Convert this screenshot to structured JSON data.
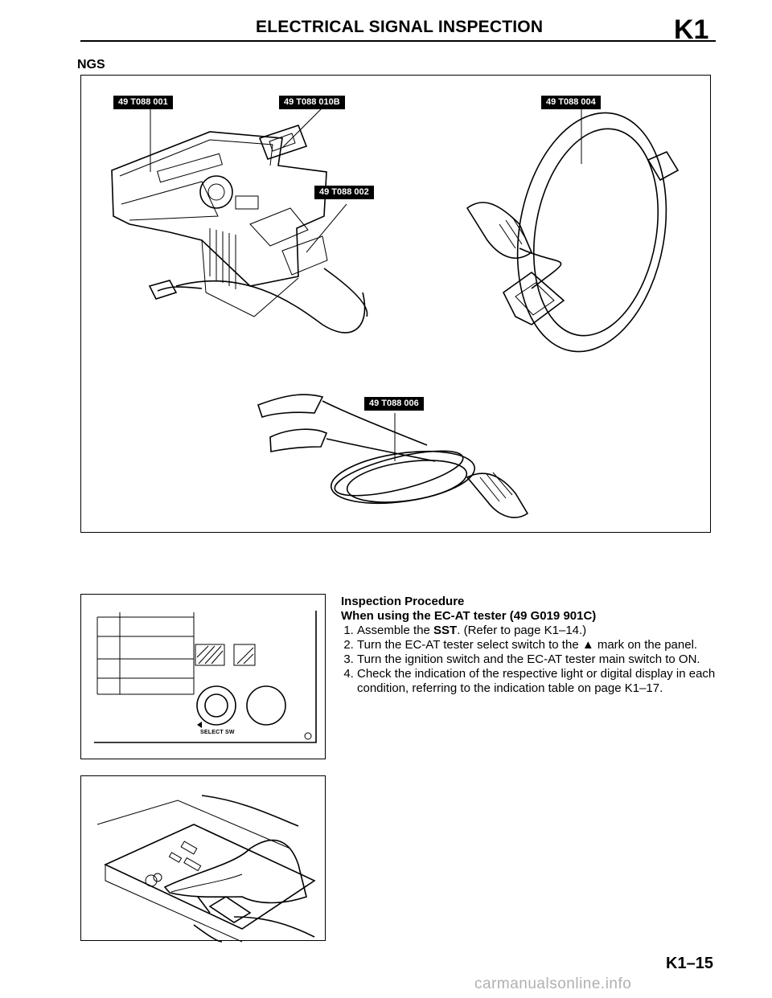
{
  "header": {
    "title": "ELECTRICAL SIGNAL INSPECTION",
    "section_code": "K1"
  },
  "section_label": "NGS",
  "figure_main": {
    "tool_labels": [
      "49 T088 001",
      "49 T088 010B",
      "49 T088 004",
      "49 T088 002",
      "49 T088 006"
    ]
  },
  "figure_panel": {
    "select_label": "SELECT SW"
  },
  "procedure": {
    "heading": "Inspection Procedure",
    "subheading": "When using the EC-AT tester (49 G019 901C)",
    "steps": [
      {
        "pre": "Assemble the ",
        "bold": "SST",
        "post": ". (Refer to page K1–14.)"
      },
      {
        "pre": "Turn the EC-AT tester select switch to the ▲ mark on the panel."
      },
      {
        "pre": "Turn the ignition switch and the EC-AT tester main switch to ON."
      },
      {
        "pre": "Check the indication of the respective light or digital display in each condition, referring to the indication table on page K1–17."
      }
    ]
  },
  "footer": {
    "page_number": "K1–15",
    "watermark": "carmanualsonline.info"
  }
}
